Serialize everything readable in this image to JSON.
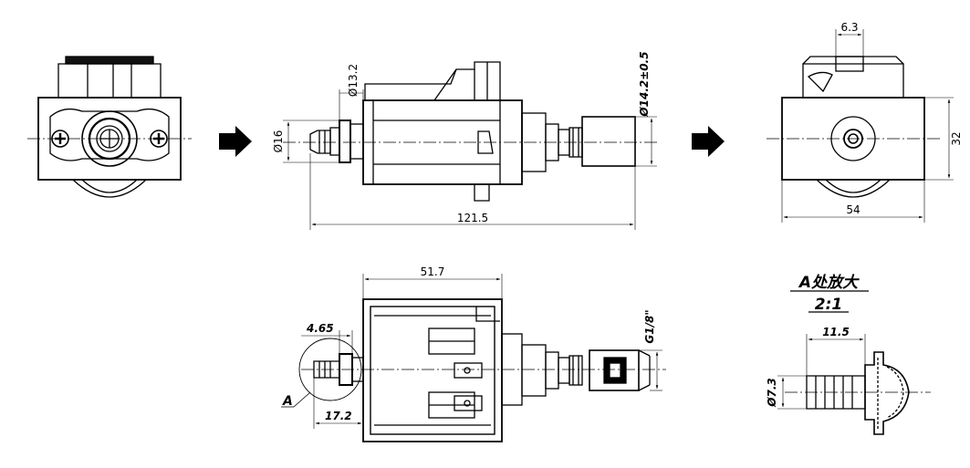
{
  "dimensions": {
    "tab_width": "6.3",
    "inlet_diameter": "Ø13.2",
    "outlet_diameter": "Ø14.2±0.5",
    "body_diameter": "Ø16",
    "overall_length": "121.5",
    "height": "32",
    "width": "54",
    "body_length": "51.7",
    "nozzle_offset": "4.65",
    "nozzle_length": "17.2",
    "thread": "G1/8\"",
    "detail_length": "11.5",
    "detail_diameter": "Ø7.3"
  },
  "detail": {
    "marker": "A",
    "title": "A处放大",
    "scale": "2:1"
  }
}
